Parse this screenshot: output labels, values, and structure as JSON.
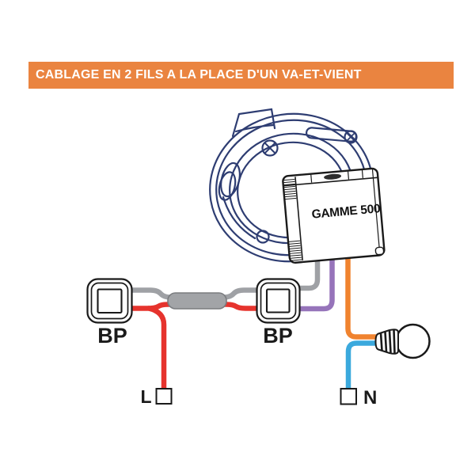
{
  "banner": {
    "title": "CABLAGE EN 2 FILS A LA PLACE D'UN VA-ET-VIENT"
  },
  "colors": {
    "banner_bg": "#EA8440",
    "banner_text": "#FFFFFF",
    "box_outline_navy": "#2E3D72",
    "module_ink": "#1A1A1A",
    "wire_red_live": "#E6332D",
    "wire_gray_bus": "#9FA1A5",
    "wire_purple": "#9674BA",
    "wire_orange_lamp": "#F0832F",
    "wire_blue_neutral": "#3BA9DD",
    "cable_sleeve_gray": "#A2A4A7"
  },
  "diagram": {
    "module_label": "GAMME 500",
    "switch_left_label": "BP",
    "switch_right_label": "BP",
    "terminal_live_label": "L",
    "terminal_neutral_label": "N"
  }
}
